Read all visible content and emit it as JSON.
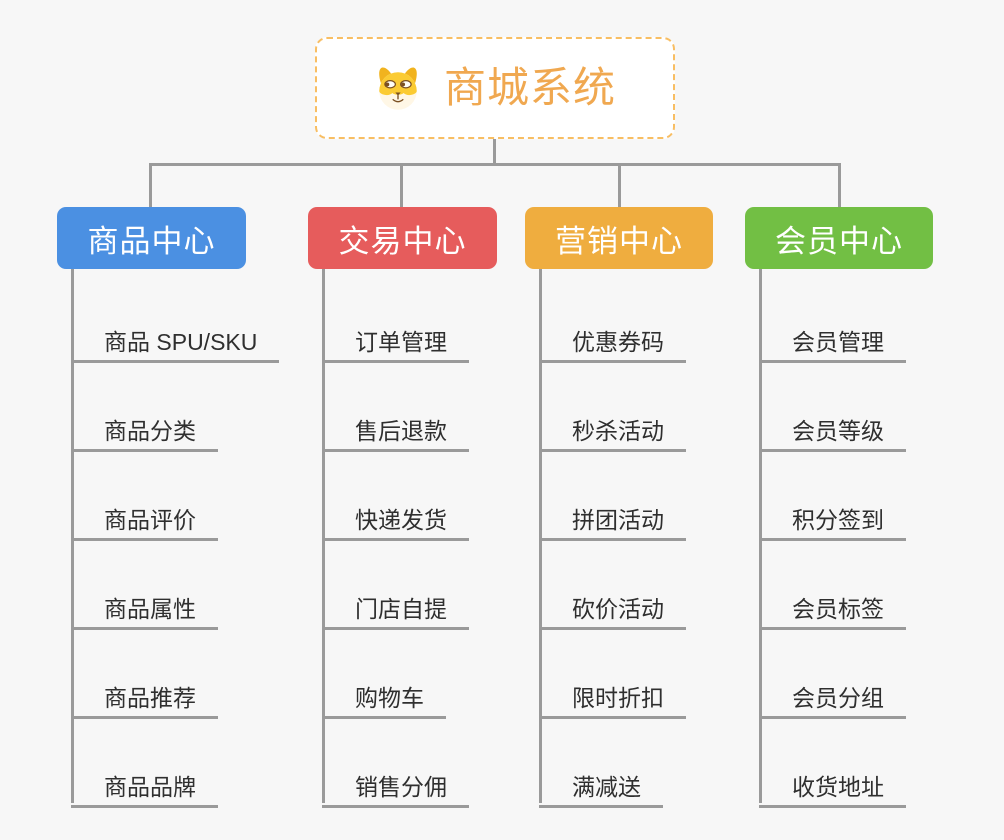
{
  "root": {
    "title": "商城系统",
    "icon": "dog-face-icon"
  },
  "branches": [
    {
      "label": "商品中心",
      "color": "#4B90E2",
      "items": [
        "商品 SPU/SKU",
        "商品分类",
        "商品评价",
        "商品属性",
        "商品推荐",
        "商品品牌"
      ]
    },
    {
      "label": "交易中心",
      "color": "#E65C5C",
      "items": [
        "订单管理",
        "售后退款",
        "快递发货",
        "门店自提",
        "购物车",
        "销售分佣"
      ]
    },
    {
      "label": "营销中心",
      "color": "#EFAD3F",
      "items": [
        "优惠券码",
        "秒杀活动",
        "拼团活动",
        "砍价活动",
        "限时折扣",
        "满减送"
      ]
    },
    {
      "label": "会员中心",
      "color": "#72BF44",
      "items": [
        "会员管理",
        "会员等级",
        "积分签到",
        "会员标签",
        "会员分组",
        "收货地址"
      ]
    }
  ],
  "colors": {
    "root_accent": "#F0A850",
    "root_border": "#F8BE63",
    "connector": "#9A9A9A",
    "item_text": "#2F2F2F",
    "branch_text": "#FFFFFF",
    "background": "#F7F7F7"
  }
}
